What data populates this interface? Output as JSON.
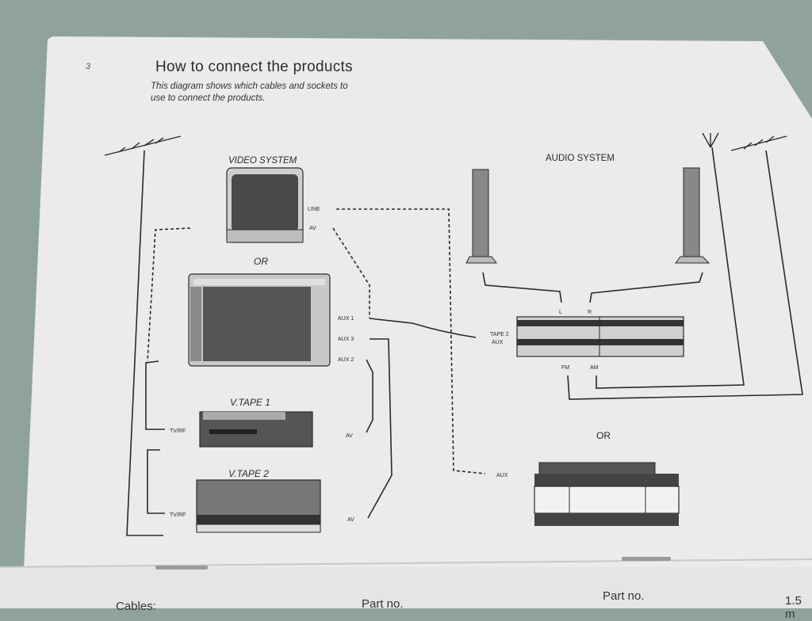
{
  "page": {
    "number": "3",
    "title": "How to connect the products",
    "subtitle": "This diagram shows which cables and sockets to use to connect the products."
  },
  "video_system": {
    "heading": "VIDEO SYSTEM",
    "or_label": "OR",
    "tv_sockets": {
      "line": "LINE",
      "av": "AV"
    },
    "monitor_sockets": {
      "aux1": "AUX 1",
      "aux3": "AUX 3",
      "aux2": "AUX 2"
    },
    "vtape1": {
      "label": "V.TAPE 1",
      "tvrf": "TV/RF",
      "av": "AV"
    },
    "vtape2": {
      "label": "V.TAPE 2",
      "tvrf": "TV/RF",
      "av": "AV"
    }
  },
  "audio_system": {
    "heading": "AUDIO SYSTEM",
    "or_label": "OR",
    "speaker_left": "L",
    "speaker_right": "R",
    "tape2_aux": [
      "TAPE 2",
      "AUX"
    ],
    "fm": "FM",
    "am": "AM",
    "aux": "AUX"
  },
  "bottom_strip": {
    "cables": "Cables:",
    "part_no_left": "Part no.",
    "part_no_right": "Part no.",
    "length": "1.5 m"
  },
  "colors": {
    "paper": "#ecebe9",
    "ink": "#2a2a2a",
    "background": "#8fa39c"
  }
}
